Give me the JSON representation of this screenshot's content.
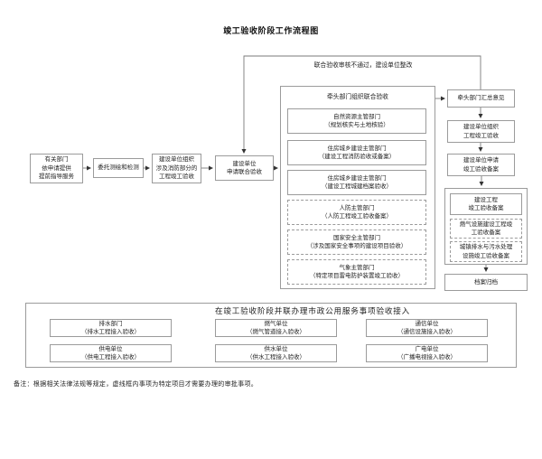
{
  "title": "竣工验收阶段工作流程图",
  "feedback": {
    "label": "联合验收审核不通过，建设单位整改"
  },
  "left_chain": {
    "guidance": {
      "lines": [
        "有关部门",
        "依申请提供",
        "提前指导服务"
      ]
    },
    "survey": {
      "lines": [
        "委托测绘和检测"
      ]
    },
    "fire_acceptance": {
      "lines": [
        "建设单位组织",
        "涉及消防部分的",
        "工程竣工验收"
      ]
    },
    "apply_joint": {
      "lines": [
        "建设单位",
        "申请联合验收"
      ]
    }
  },
  "joint_acceptance": {
    "label": "牵头部门组织联合验收",
    "items": [
      {
        "dept": "自然资源主管部门",
        "detail": "（规划核实与土地核验）"
      },
      {
        "dept": "住房城乡建设主管部门",
        "detail": "（建设工程消防验收或备案）"
      },
      {
        "dept": "住房城乡建设主管部门",
        "detail": "（建设工程城建档案验收）"
      },
      {
        "dept": "人防主管部门",
        "detail": "（人防工程竣工验收备案）"
      },
      {
        "dept": "国家安全主管部门",
        "detail": "（涉及国家安全事项的建设项目验收）"
      },
      {
        "dept": "气象主管部门",
        "detail": "（特定项目雷电防护装置竣工验收）"
      }
    ]
  },
  "right_chain": {
    "summarize": {
      "lines": [
        "牵头部门汇总意见"
      ]
    },
    "organize": {
      "lines": [
        "建设单位组织",
        "工程竣工验收"
      ]
    },
    "apply_filing": {
      "lines": [
        "建设单位申请",
        "竣工验收备案"
      ]
    },
    "filing_group": {
      "items": [
        {
          "lines": [
            "建设工程",
            "竣工验收备案"
          ]
        },
        {
          "lines": [
            "燃气设施建设工程竣",
            "工验收备案"
          ]
        },
        {
          "lines": [
            "城镇排水与污水处理",
            "设施竣工验收备案"
          ]
        }
      ]
    },
    "archive": {
      "lines": [
        "档案归档"
      ]
    }
  },
  "parallel_section": {
    "title": "在竣工验收阶段并联办理市政公用服务事项验收接入",
    "items": [
      {
        "dept": "排水部门",
        "detail": "（排水工程接入验收）"
      },
      {
        "dept": "燃气单位",
        "detail": "（燃气管道接入验收）"
      },
      {
        "dept": "通信单位",
        "detail": "（通信设施接入验收）"
      },
      {
        "dept": "供电单位",
        "detail": "（供电工程接入验收）"
      },
      {
        "dept": "供水单位",
        "detail": "（供水工程接入验收）"
      },
      {
        "dept": "广电单位",
        "detail": "（广播电视接入验收）"
      }
    ]
  },
  "note": "备注：根据相关法律法规等规定，虚线框内事项为特定项目才需要办理的审批事项。"
}
